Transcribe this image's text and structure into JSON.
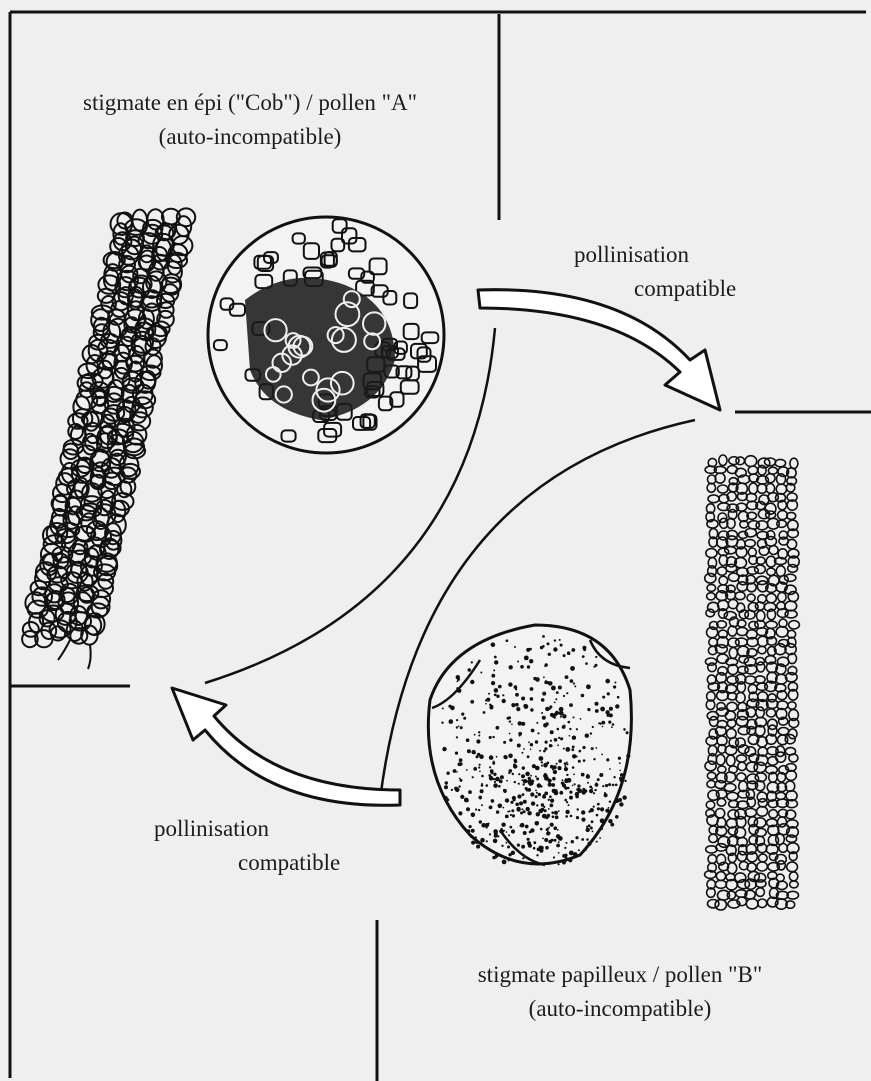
{
  "morph_a": {
    "title": "stigmate en épi (\"Cob\") / pollen \"A\"",
    "note": "(auto-incompatible)"
  },
  "morph_b": {
    "title": "stigmate papilleux / pollen \"B\"",
    "note": "(auto-incompatible)"
  },
  "arrow_top": {
    "line1": "pollinisation",
    "line2": "compatible"
  },
  "arrow_bottom": {
    "line1": "pollinisation",
    "line2": "compatible"
  },
  "colors": {
    "ink": "#111111",
    "paper": "#efefef",
    "arrow_fill": "#ffffff"
  }
}
